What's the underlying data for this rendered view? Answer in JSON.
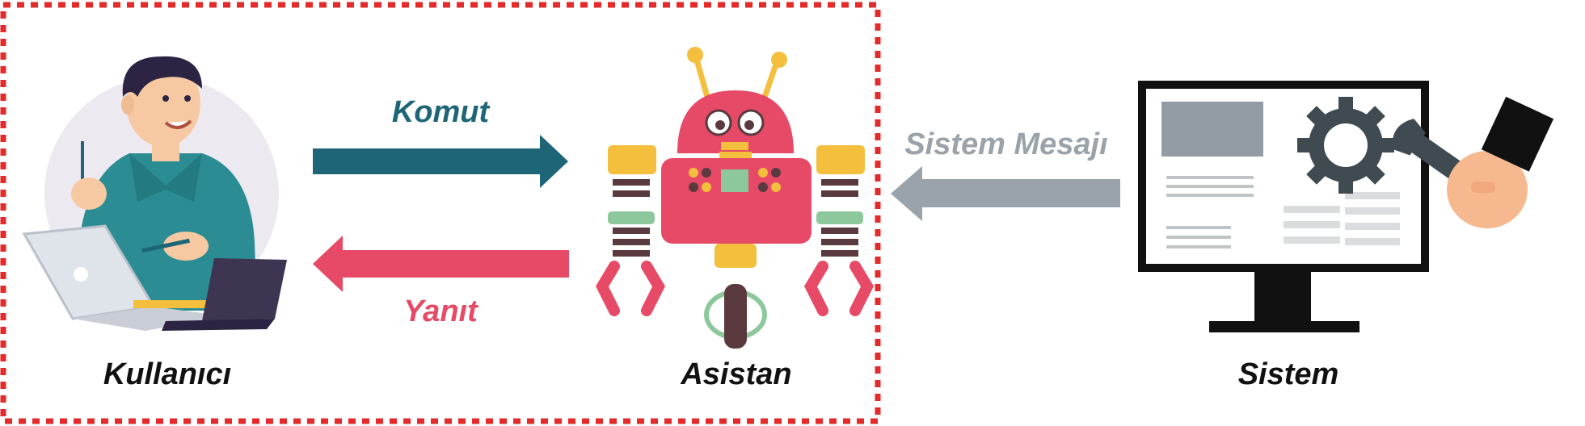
{
  "colors": {
    "border": "#e32b2b",
    "command_arrow": "#1e6677",
    "response_arrow": "#e64a66",
    "system_arrow": "#9aa3aa",
    "robot_body": "#e64a66",
    "robot_yellow": "#f3bf3d",
    "robot_green": "#8cc89b",
    "robot_dark": "#5a3a3e",
    "person_shirt": "#2b8d93",
    "person_skin": "#f6c9a2",
    "laptop_silver": "#dfe3ea",
    "laptop_dark": "#3e3552",
    "monitor_black": "#111111",
    "gear": "#404a51"
  },
  "icons": {
    "user": "user-at-laptop-icon",
    "assistant": "robot-icon",
    "system": "monitor-with-wrench-icon"
  },
  "actors": {
    "user": "Kullanıcı",
    "assistant": "Asistan",
    "system": "Sistem"
  },
  "arrows": {
    "command": "Komut",
    "response": "Yanıt",
    "system_message": "Sistem Mesajı"
  }
}
